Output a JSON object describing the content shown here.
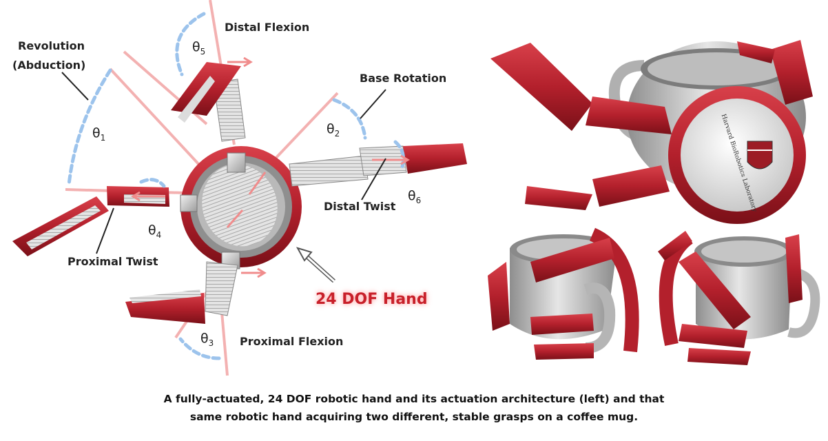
{
  "labels": {
    "revolution": "Revolution",
    "abduction": "(Abduction)",
    "distal_flexion": "Distal Flexion",
    "base_rotation": "Base Rotation",
    "distal_twist": "Distal Twist",
    "proximal_twist": "Proximal Twist",
    "proximal_flexion": "Proximal Flexion",
    "hand_title": "24 DOF Hand"
  },
  "angles": {
    "t1": "1",
    "t2": "2",
    "t3": "3",
    "t4": "4",
    "t5": "5",
    "t6": "6",
    "symbol": "θ"
  },
  "logo_text": "Harvard BioRobotics Laboratory",
  "caption": {
    "line1": "A fully-actuated, 24 DOF robotic hand and its actuation architecture (left) and that",
    "line2": "same robotic hand acquiring two different, stable grasps on a coffee mug."
  },
  "colors": {
    "finger_red": "#b3202c",
    "finger_dark": "#7a1018",
    "mesh_gray": "#c9c9c9",
    "mug_gray": "#c4c4c4",
    "axis_pink": "#f2a4a4",
    "arrow_blue": "#9cc3ec",
    "title_red": "#c8202a"
  }
}
